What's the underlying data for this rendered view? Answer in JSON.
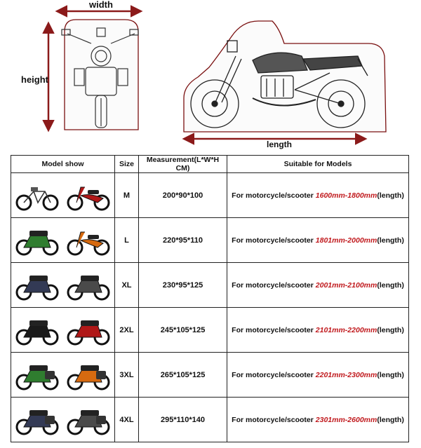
{
  "diagram": {
    "width_label": "width",
    "height_label": "height",
    "length_label": "length",
    "arrow_color": "#8b1a1a",
    "cover_outline_color": "#7a1010"
  },
  "table": {
    "headers": [
      "Model show",
      "Size",
      "Measurement(L*W*H CM)",
      "Suitable for Models"
    ],
    "rows": [
      {
        "size": "M",
        "measurement": "200*90*100",
        "prefix": "For motorcycle/scooter ",
        "range": "1600mm-1800mm",
        "suffix": "(length)",
        "icons": [
          "bicycle-icon",
          "scooter-icon"
        ]
      },
      {
        "size": "L",
        "measurement": "220*95*110",
        "prefix": "For motorcycle/scooter ",
        "range": "1801mm-2000mm",
        "suffix": "(length)",
        "icons": [
          "motorcycle-icon",
          "scooter-icon"
        ]
      },
      {
        "size": "XL",
        "measurement": "230*95*125",
        "prefix": "For motorcycle/scooter ",
        "range": "2001mm-2100mm",
        "suffix": "(length)",
        "icons": [
          "sportbike-icon",
          "sportbike-icon"
        ]
      },
      {
        "size": "2XL",
        "measurement": "245*105*125",
        "prefix": "For motorcycle/scooter ",
        "range": "2101mm-2200mm",
        "suffix": "(length)",
        "icons": [
          "dirtbike-icon",
          "motorcycle-icon"
        ]
      },
      {
        "size": "3XL",
        "measurement": "265*105*125",
        "prefix": "For motorcycle/scooter ",
        "range": "2201mm-2300mm",
        "suffix": "(length)",
        "icons": [
          "touring-bike-icon",
          "touring-bike-icon"
        ]
      },
      {
        "size": "4XL",
        "measurement": "295*110*140",
        "prefix": "For motorcycle/scooter ",
        "range": "2301mm-2600mm",
        "suffix": "(length)",
        "icons": [
          "cruiser-icon",
          "touring-bike-icon"
        ]
      }
    ]
  }
}
